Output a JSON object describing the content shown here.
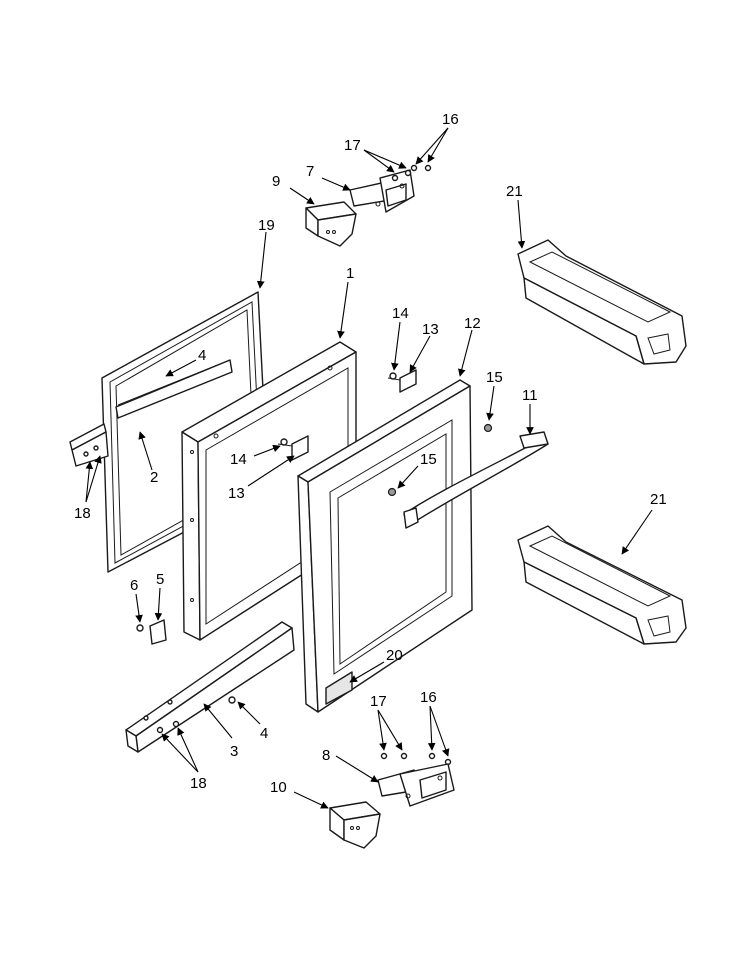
{
  "diagram": {
    "callouts": [
      {
        "id": "c16a",
        "label": "16"
      },
      {
        "id": "c17a",
        "label": "17"
      },
      {
        "id": "c7",
        "label": "7"
      },
      {
        "id": "c9",
        "label": "9"
      },
      {
        "id": "c21a",
        "label": "21"
      },
      {
        "id": "c19",
        "label": "19"
      },
      {
        "id": "c1",
        "label": "1"
      },
      {
        "id": "c14a",
        "label": "14"
      },
      {
        "id": "c13a",
        "label": "13"
      },
      {
        "id": "c12",
        "label": "12"
      },
      {
        "id": "c4a",
        "label": "4"
      },
      {
        "id": "c15a",
        "label": "15"
      },
      {
        "id": "c11",
        "label": "11"
      },
      {
        "id": "c14b",
        "label": "14"
      },
      {
        "id": "c15b",
        "label": "15"
      },
      {
        "id": "c2",
        "label": "2"
      },
      {
        "id": "c13b",
        "label": "13"
      },
      {
        "id": "c18a",
        "label": "18"
      },
      {
        "id": "c21b",
        "label": "21"
      },
      {
        "id": "c6",
        "label": "6"
      },
      {
        "id": "c5",
        "label": "5"
      },
      {
        "id": "c20",
        "label": "20"
      },
      {
        "id": "c17b",
        "label": "17"
      },
      {
        "id": "c16b",
        "label": "16"
      },
      {
        "id": "c4b",
        "label": "4"
      },
      {
        "id": "c3",
        "label": "3"
      },
      {
        "id": "c8",
        "label": "8"
      },
      {
        "id": "c18b",
        "label": "18"
      },
      {
        "id": "c10",
        "label": "10"
      }
    ]
  }
}
